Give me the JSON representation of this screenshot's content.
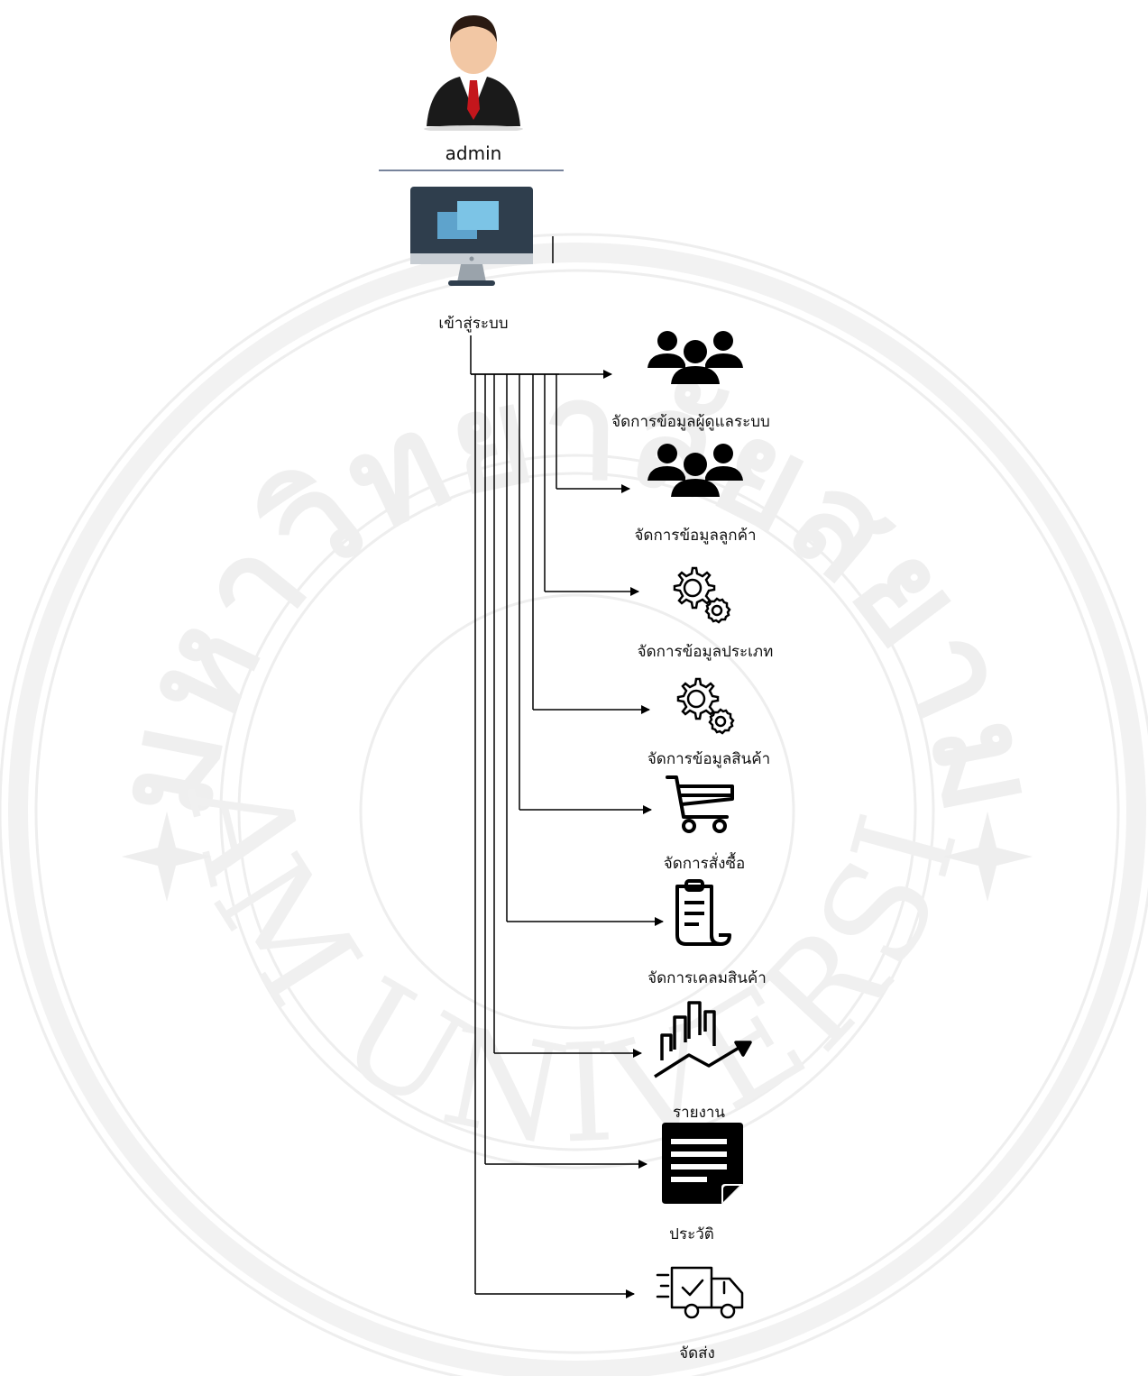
{
  "watermark": {
    "top_text": "มหาวิทยาลัยสยาม",
    "bottom_text": "SIAM UNIVERSITY"
  },
  "actor": {
    "name": "admin",
    "icon": "businessman-avatar-icon"
  },
  "login": {
    "label": "เข้าสู่ระบบ",
    "icon": "monitor-icon"
  },
  "menu_items": [
    {
      "key": "users",
      "label": "จัดการข้อมูลผู้ดูแลระบบ",
      "icon": "users-group-icon"
    },
    {
      "key": "customers",
      "label": "จัดการข้อมูลลูกค้า",
      "icon": "users-group-icon"
    },
    {
      "key": "categories",
      "label": "จัดการข้อมูลประเภท",
      "icon": "gears-icon"
    },
    {
      "key": "products",
      "label": "จัดการข้อมูลสินค้า",
      "icon": "gears-icon"
    },
    {
      "key": "orders",
      "label": "จัดการสั่งซื้อ",
      "icon": "shopping-cart-icon"
    },
    {
      "key": "restock",
      "label": "จัดการเคลมสินค้า",
      "icon": "clipboard-list-icon"
    },
    {
      "key": "report",
      "label": "รายงาน",
      "icon": "growth-chart-icon"
    },
    {
      "key": "history",
      "label": "ประวัติ",
      "icon": "document-icon"
    },
    {
      "key": "shipping",
      "label": "จัดส่ง",
      "icon": "delivery-truck-icon"
    }
  ]
}
